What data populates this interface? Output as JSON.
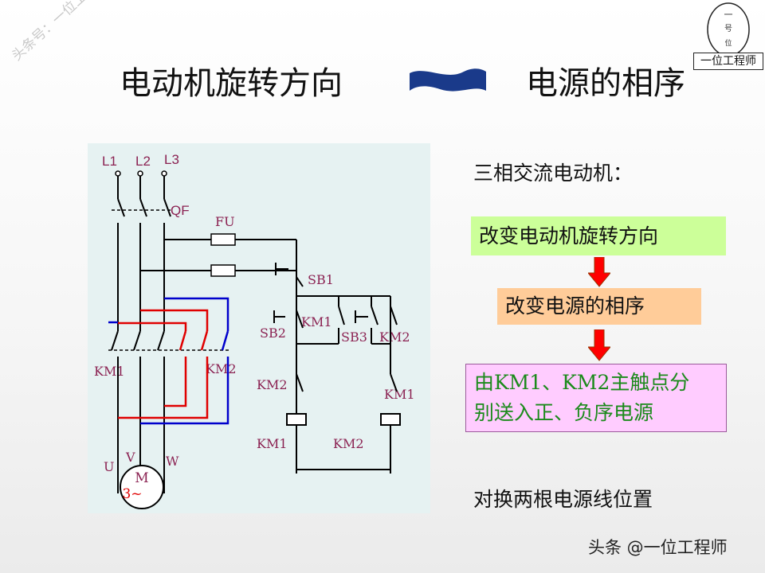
{
  "title": {
    "left": "电动机旋转方向",
    "right": "电源的相序"
  },
  "watermark": {
    "diagonal": "头条号：一位工程师",
    "footer": "头条 @一位工程师"
  },
  "logo": {
    "label": "一位工程师",
    "glyphs": [
      "一",
      "号",
      "位"
    ]
  },
  "right_panel": {
    "subtitle": "三相交流电动机：",
    "box1": "改变电动机旋转方向",
    "box2": "改变电源的相序",
    "box3_line1": "由KM1、KM2主触点分",
    "box3_line2": "别送入正、负序电源",
    "bottom_note": "对换两根电源线位置"
  },
  "diagram": {
    "phases": [
      "L1",
      "L2",
      "L3"
    ],
    "breaker": "QF",
    "fuse": "FU",
    "stop_button": "SB1",
    "fwd_button": "SB2",
    "rev_button": "SB3",
    "main_contactor_left": "KM1",
    "main_contactor_right": "KM2",
    "aux_km1": "KM1",
    "aux_km2": "KM2",
    "interlock_left": "KM2",
    "interlock_right": "KM1",
    "coil_left": "KM1",
    "coil_right": "KM2",
    "motor_terminals": [
      "U",
      "V",
      "W"
    ],
    "motor_top": "M",
    "motor_bottom": "3~"
  },
  "colors": {
    "diagram_bg": "#e6f2f2",
    "wire_black": "#000000",
    "wire_red": "#e00000",
    "wire_blue": "#0000cc",
    "label_purple": "#8b2252",
    "box1": "#ccff99",
    "box2": "#ffcc99",
    "box3": "#ffccff",
    "arrow": "#ff0000",
    "title_wave": "#1a3a8a",
    "box3_text": "#1b8a1b"
  }
}
